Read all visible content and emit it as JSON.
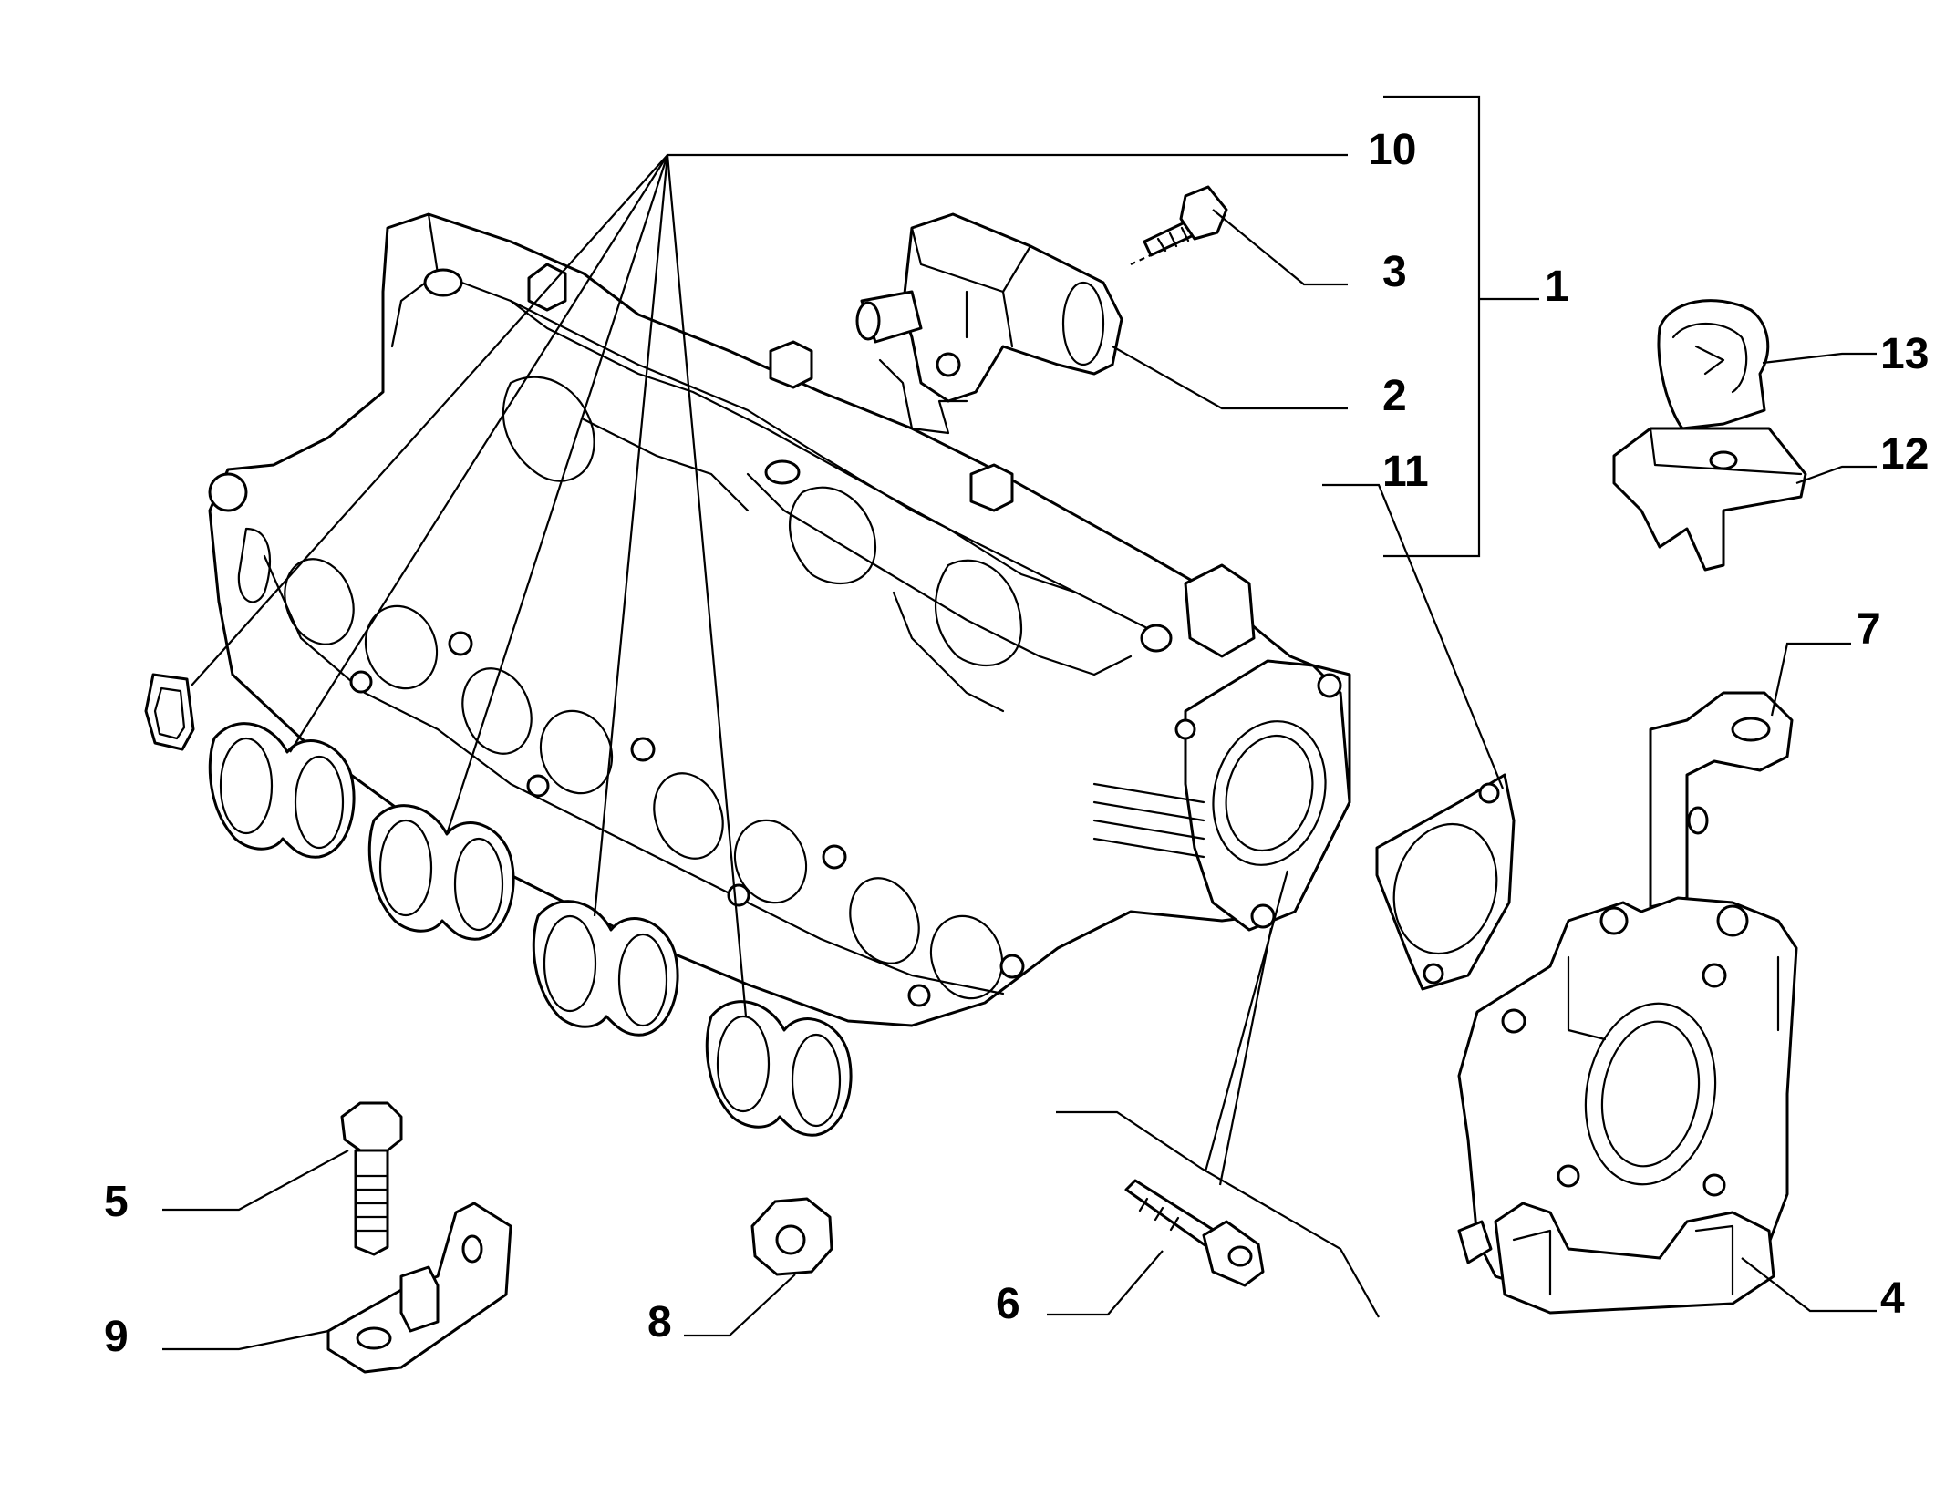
{
  "callouts": {
    "c1": "1",
    "c2": "2",
    "c3": "3",
    "c4": "4",
    "c5": "5",
    "c6": "6",
    "c7": "7",
    "c8": "8",
    "c9": "9",
    "c10": "10",
    "c11": "11",
    "c12": "12",
    "c13": "13"
  },
  "parts": [
    {
      "callout": "1",
      "depicts": "intake-manifold-assembly"
    },
    {
      "callout": "2",
      "depicts": "pressure-sensor"
    },
    {
      "callout": "3",
      "depicts": "sensor-screw"
    },
    {
      "callout": "4",
      "depicts": "throttle-body"
    },
    {
      "callout": "5",
      "depicts": "bolt"
    },
    {
      "callout": "6",
      "depicts": "socket-screw"
    },
    {
      "callout": "7",
      "depicts": "bracket"
    },
    {
      "callout": "8",
      "depicts": "flange-nut"
    },
    {
      "callout": "9",
      "depicts": "bracket"
    },
    {
      "callout": "10",
      "depicts": "port-gaskets"
    },
    {
      "callout": "11",
      "depicts": "throttle-gasket"
    },
    {
      "callout": "12",
      "depicts": "bracket"
    },
    {
      "callout": "13",
      "depicts": "clip"
    }
  ]
}
